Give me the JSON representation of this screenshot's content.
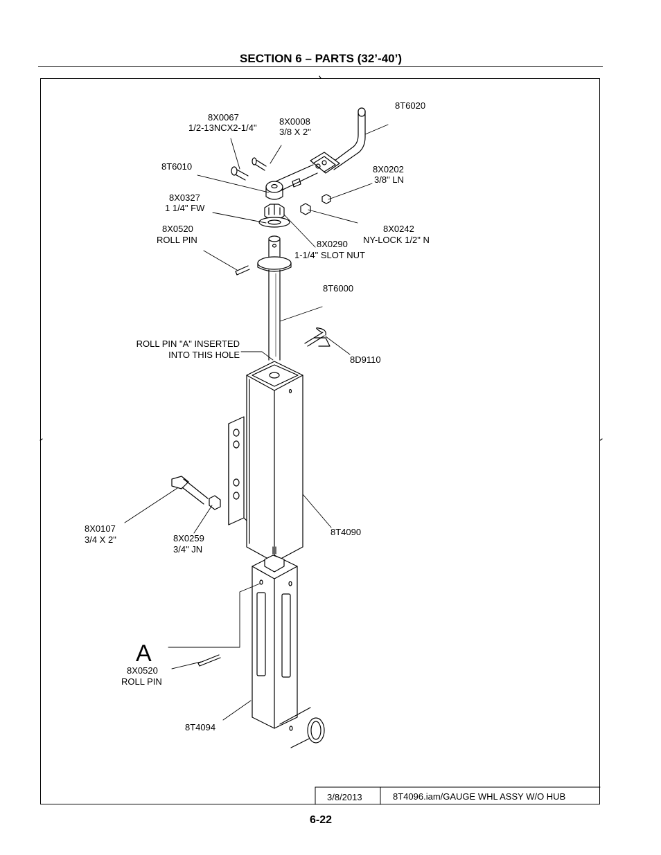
{
  "header": {
    "title": "SECTION 6 – PARTS (32’-40’)"
  },
  "parts": {
    "p8T6020": "8T6020",
    "p8X0067": {
      "num": "8X0067",
      "desc": "1/2-13NCX2-1/4\""
    },
    "p8X0008": {
      "num": "8X0008",
      "desc": "3/8 X 2\""
    },
    "p8T6010": "8T6010",
    "p8X0202": {
      "num": "8X0202",
      "desc": "3/8\" LN"
    },
    "p8X0327": {
      "num": "8X0327",
      "desc": "1 1/4\" FW"
    },
    "p8X0520a": {
      "num": "8X0520",
      "desc": "ROLL PIN"
    },
    "p8X0242": {
      "num": "8X0242",
      "desc": "NY-LOCK 1/2\" N"
    },
    "p8X0290": {
      "num": "8X0290",
      "desc": "1-1/4\" SLOT NUT"
    },
    "p8T6000": "8T6000",
    "note": {
      "line1": "ROLL PIN \"A\" INSERTED",
      "line2": "INTO THIS HOLE"
    },
    "p8D9110": "8D9110",
    "p8X0107": {
      "num": "8X0107",
      "desc": "3/4 X 2\""
    },
    "p8X0259": {
      "num": "8X0259",
      "desc": "3/4\" JN"
    },
    "p8T4090": "8T4090",
    "callout": "A",
    "p8X0520b": {
      "num": "8X0520",
      "desc": "ROLL PIN"
    },
    "p8T4094": "8T4094"
  },
  "title_block": {
    "date": "3/8/2013",
    "file": "8T4096.iam/GAUGE WHL ASSY W/O HUB"
  },
  "footer": {
    "page_number": "6-22"
  }
}
